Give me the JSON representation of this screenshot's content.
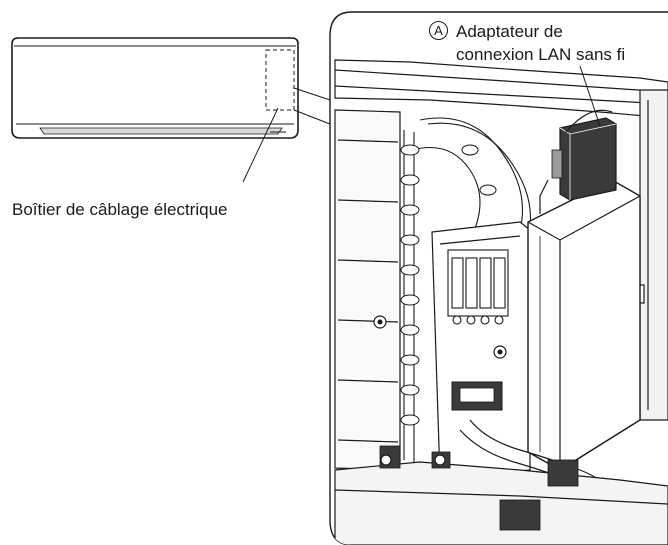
{
  "callouts": {
    "wiring_box": "Boîtier de câblage électrique",
    "adapter_marker": "A",
    "adapter_line1": "Adaptateur de",
    "adapter_line2": "connexion LAN sans fi"
  },
  "colors": {
    "line": "#1a1a1a",
    "light_gray": "#d9d9d9",
    "mid_gray": "#9a9a9a",
    "dark_part": "#3a3a3a",
    "background": "#ffffff"
  }
}
